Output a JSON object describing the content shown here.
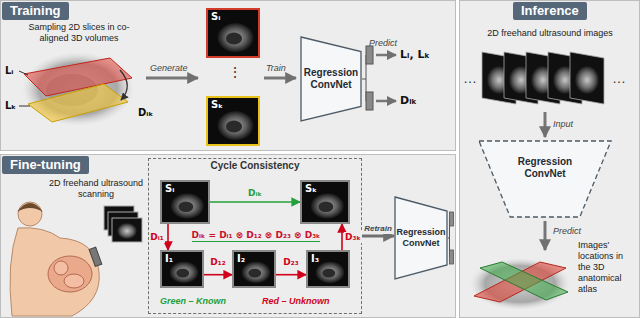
{
  "diagram": {
    "nodes": [
      {
        "text": [
          "Training"
        ]
      },
      {
        "text": [
          "Sᵢ"
        ],
        "in": 0
      },
      {
        "text": [
          "Sₖ"
        ],
        "in": 0
      },
      {
        "text": [
          "Regression ConvNet"
        ],
        "in": 0
      },
      {
        "text": [
          "Inference"
        ]
      },
      {
        "text": [
          "Regression ConvNet"
        ],
        "in": 4
      },
      {
        "text": [
          "Fine-tuning"
        ]
      },
      {
        "text": [
          "Cycle Consistency"
        ],
        "in": 6
      },
      {
        "text": [
          "Sᵢ"
        ],
        "in": 7
      },
      {
        "text": [
          "Sₖ"
        ],
        "in": 7
      },
      {
        "text": [
          "I₁"
        ],
        "in": 7
      },
      {
        "text": [
          "I₂"
        ],
        "in": 7
      },
      {
        "text": [
          "I₃"
        ],
        "in": 7
      },
      {
        "text": [
          "Regression ConvNet"
        ],
        "in": 6
      }
    ],
    "edges": [
      {
        "from": 8,
        "to": 9,
        "arrow": "to",
        "label": "Dᵢₖ"
      },
      {
        "from": 8,
        "to": 10,
        "arrow": "to",
        "label": "Dᵢ₁"
      },
      {
        "from": 10,
        "to": 11,
        "arrow": "to",
        "label": "D₁₂"
      },
      {
        "from": 11,
        "to": 12,
        "arrow": "to",
        "label": "D₂₃"
      },
      {
        "from": 12,
        "to": 9,
        "arrow": "to",
        "label": "D₃ₖ"
      },
      {
        "from": 7,
        "to": 13,
        "arrow": "to",
        "label": "Retrain"
      }
    ],
    "labels": [
      "Sampling 2D slices in co-aligned 3D volumes",
      "Lᵢ",
      "Lₖ",
      "Dᵢₖ",
      "Generate",
      "⋮",
      "Train",
      "Predict",
      "Lᵢ, Lₖ",
      "Dᵢₖ",
      "2D freehand ultrasound images",
      "…",
      "…",
      "Input",
      "Predict",
      "Images' locations in the 3D anatomical atlas",
      "2D freehand ultrasound scanning",
      "Dᵢₖ = Dᵢ₁ ⊗ D₁₂ ⊗ D₂₃ ⊗ D₃ₖ",
      "Green – Known",
      "Red – Unknown"
    ]
  }
}
